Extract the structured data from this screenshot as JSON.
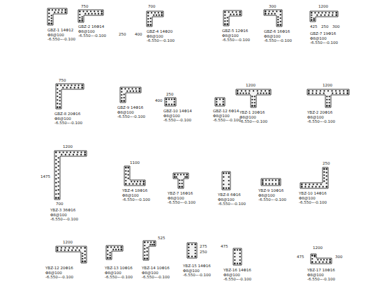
{
  "diagram": {
    "labels": [
      "GBZ-1 14Φ12",
      "Φ8@100",
      "-6.550~-0.100",
      "GBZ-2 16Φ14",
      "Φ8@100",
      "-6.550~-0.100",
      "GBZ-4 14Φ20",
      "Φ8@100",
      "-6.550~-0.100",
      "GBZ-5 12Φ16",
      "Φ8@100",
      "-6.550~-0.100",
      "GBZ-6 16Φ16",
      "Φ8@100",
      "-6.550~-0.100",
      "GBZ-7 19Φ16",
      "Φ8@100",
      "-6.550~-0.100",
      "GBZ-8 20Φ16",
      "Φ8@100",
      "-6.550~-0.100",
      "GBZ-9 14Φ16",
      "Φ8@100",
      "-6.550~-0.100",
      "GBZ-10 14Φ14",
      "Φ8@100",
      "-6.550~-0.100",
      "GBZ-12 6Φ14",
      "Φ8@100",
      "-6.550~-0.100",
      "YBZ-1 20Φ16",
      "Φ8@100",
      "-6.550~-0.100",
      "YBZ-2 20Φ16",
      "Φ8@100",
      "-6.550~-0.100",
      "YBZ-3 36Φ16",
      "Φ8@100",
      "-6.550~-0.100",
      "YBZ-4 18Φ16",
      "Φ8@100",
      "-6.550~-0.100",
      "YBZ-7 16Φ16",
      "Φ8@100",
      "-6.550~-0.100",
      "YBZ-8 6Φ16",
      "Φ8@100",
      "-6.550~-0.100",
      "YBZ-9 10Φ16",
      "Φ8@100",
      "-6.550~-0.100",
      "YBZ-10 14Φ16",
      "Φ8@100",
      "-6.550~-0.100",
      "YBZ-12 20Φ16",
      "Φ8@100",
      "-6.550~-0.100",
      "YBZ-13 10Φ16",
      "Φ8@100",
      "-6.550~-0.100",
      "YBZ-14 10Φ16",
      "Φ8@100",
      "-6.550~-0.100",
      "YBZ-15 14Φ16",
      "Φ8@100",
      "-6.550~-0.100",
      "YBZ-16 14Φ16",
      "Φ8@100",
      "-6.550~-0.100",
      "YBZ-17 18Φ16",
      "Φ8@100",
      "-6.550~-0.100",
      "750",
      "700",
      "250",
      "400",
      "300",
      "1200",
      "425",
      "250",
      "300",
      "750",
      "400",
      "250",
      "1200",
      "1200",
      "1200",
      "1475",
      "700",
      "1100",
      "250",
      "1200",
      "525",
      "275",
      "250",
      "475",
      "1200",
      "475",
      "300"
    ]
  }
}
